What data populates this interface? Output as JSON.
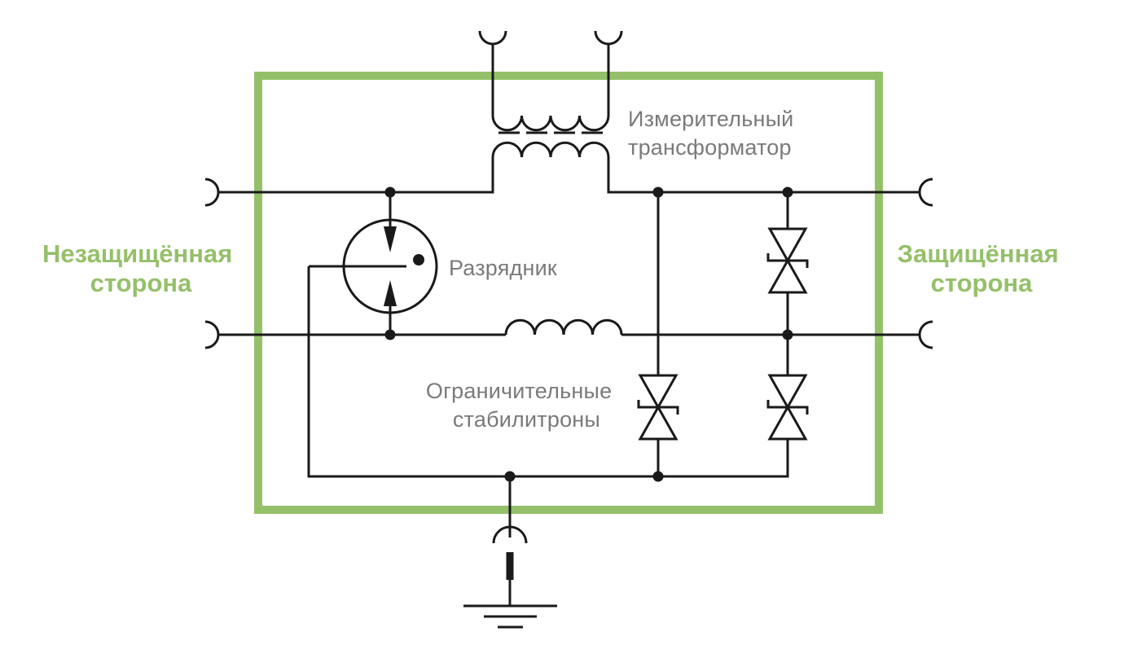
{
  "labels": {
    "unprotected_side": [
      "Незащищённая",
      "сторона"
    ],
    "protected_side": [
      "Защищённая",
      "сторона"
    ],
    "measuring_transformer": [
      "Измерительный",
      "трансформатор"
    ],
    "gas_discharge_tube": "Разрядник",
    "limiting_zener_diodes": [
      "Ограничительные",
      "стабилитроны"
    ]
  },
  "colors": {
    "accent": "#95c06a",
    "wire": "#1a1a1a",
    "label": "#7a7a7a"
  },
  "icons": {
    "ground": "ground-symbol",
    "connector": "connector-socket",
    "tvs": "bidirectional-zener-diode"
  }
}
